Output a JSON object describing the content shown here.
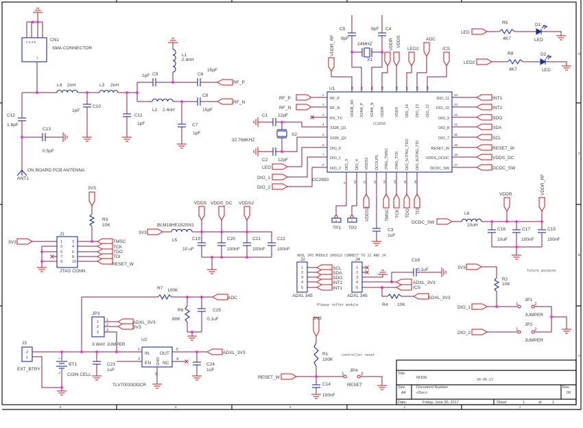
{
  "colors": {
    "wire": "#7a1f4a",
    "component": "#1c2a9c",
    "net_flag": "#c0141c",
    "junction": "#ff20e0",
    "text": "#3a3a3a"
  },
  "frame": {
    "columns": [
      "5",
      "4",
      "3",
      "2",
      "1"
    ],
    "rows": [
      "D",
      "C",
      "B",
      "A"
    ]
  },
  "rf": {
    "cn1": "CN1",
    "cn1_name": "SMA CONNECTOR",
    "cn1_pins": "2 3 4 5",
    "cn1_pin1": "1",
    "l4": "L4",
    "l4_val": "2nH",
    "l3": "L3",
    "l3_val": "2nH",
    "c10": "C10",
    "c10_val": "1pF",
    "c11": "C11",
    "c11_val": "1pF",
    "c9": "C9",
    "c9_val": "1pF",
    "l1": "L1",
    "l1_val": "2.4nH",
    "c6": "C6",
    "c6_val": "15pF",
    "rf_p": "RF_P",
    "l2": "L2",
    "l2_val": "2.4nH",
    "c8": "C8",
    "c8_val": "15pF",
    "rf_n": "RF_N",
    "c7": "C7",
    "c7_val": "1pF",
    "c12": "C12",
    "c12_val": "1.8pF",
    "c13": "C13",
    "c13_val": "0.5pF",
    "ant_name": "ON BOARD PCB ANTENNA",
    "ant1": "ANT1"
  },
  "mcu": {
    "ref": "U1",
    "part": "CC2650",
    "part_tag": "CC2650",
    "pins_left": [
      "1",
      "2",
      "3",
      "4",
      "5",
      "6",
      "7",
      "8"
    ],
    "pins_right": [
      "24",
      "23",
      "22",
      "21",
      "20",
      "19",
      "18",
      "17"
    ],
    "pins_top": [
      "32",
      "31",
      "30",
      "29",
      "28",
      "27",
      "26",
      "25"
    ],
    "pins_bottom": [
      "9",
      "10",
      "11",
      "12",
      "13",
      "14",
      "15",
      "16"
    ],
    "left": [
      "RF_P",
      "RF_N",
      "RX_TX",
      "X32K_Q1",
      "X32K_Q2",
      "DIO_0",
      "DIO_1",
      "DIO_2"
    ],
    "right": [
      "DIO_11",
      "DIO_10",
      "DIO_9",
      "DIO_8",
      "DIO_7",
      "RESET_W",
      "VDDS_DCDC",
      "DCDC_SW"
    ],
    "top": [
      "VDDR_RF",
      "X24M_P",
      "X24M_N",
      "VDDR",
      "VDDS",
      "DIO_14",
      "DIO_13",
      "DIO_12"
    ],
    "bottom": [
      "DIO_3",
      "DIO_4",
      "VDDS2",
      "DCOUPL",
      "JTAG_TMSC",
      "JTAG_TCK",
      "DIO_5/JTAG_TDO",
      "DIO_6/JTAG_TDI"
    ],
    "nets_right": [
      "INT1",
      "INT2",
      "SDO",
      "SDA",
      "SCL",
      "RESET_W",
      "VDDS_DC",
      "DCDC_SW"
    ],
    "net_rf_p": "RF_P",
    "net_rf_n": "RF_N",
    "c1": "C1",
    "c1_val": "12pF",
    "x2": "X2",
    "x2_val": "32.768KHZ",
    "c2": "C2",
    "c2_val": "12pF",
    "net_led": "LED",
    "net_dio1": "DIO_1",
    "net_dio2": "DIO_2",
    "net_vddr_rf": "VDDR_RF",
    "c5": "C5",
    "c5_val": "9pF",
    "c4": "C4",
    "c4_val": "9pF",
    "x1_val": "24MHZ",
    "x1": "X1",
    "net_vddr": "VDDR",
    "net_vdds": "VDDS",
    "net_led2": "LED2",
    "net_adc": "ADC",
    "net_cs": "/CS",
    "tp1": "TP1",
    "tp2": "TP2",
    "tp_pin": "1",
    "net_vdds2": "VDDS2",
    "net_tmsc": "TMSC",
    "net_tck": "TCK",
    "net_tdo": "TDO",
    "net_tdi": "TDI",
    "c3": "C3",
    "c3_val": "1uF"
  },
  "dcdc": {
    "net_dcdc_sw": "DCDC_SW",
    "l6": "L6",
    "l6_val": "10uH",
    "net_vddr": "VDDR",
    "net_vddr_rf": "VDDR_RF",
    "c16": "C16",
    "c16_val": "10uF",
    "c17": "C17",
    "c17_val": "100nF",
    "c15": "C15",
    "c15_val": "100nF"
  },
  "leds": {
    "net_led": "LED",
    "r5": "R5",
    "r5_val": "4K7",
    "d1": "D1",
    "d1_val": "LED",
    "net_led2": "LED2",
    "r8": "R8",
    "r8_val": "4K7",
    "d2": "D2",
    "d2_val": "LED"
  },
  "jtag": {
    "net_3v3_top": "3V3",
    "r3": "R3",
    "r3_val": "10K",
    "j1": "J1",
    "j1_name": "JTAG CONN",
    "net_3v3": "3V3",
    "pins_left": [
      "1",
      "3",
      "5",
      "7",
      "9"
    ],
    "pins_right": [
      "2",
      "4",
      "6",
      "8",
      "10"
    ],
    "nets": [
      "TMSC",
      "TCK",
      "TDO",
      "TDI",
      "RESET_W"
    ]
  },
  "power_filter": {
    "net_3v3": "3V3",
    "l5_part": "BLM18HE152SN1",
    "l5": "L5",
    "net_vdds": "VDDS",
    "net_vdds_dc": "VDDS_DC",
    "net_vdds2": "VDDS2",
    "c19": "C19",
    "c19_val": "10 uF",
    "c20": "C20",
    "c20_val": "100nF",
    "c21": "C21",
    "c21_val": "100nF",
    "c22": "C22",
    "c22_val": "100nF"
  },
  "adc": {
    "r7": "R7",
    "r7_val": "100K",
    "net_adc": "ADC",
    "r6": "R6",
    "r6_val": "80K",
    "c25": "C25",
    "c25_val": "0.1uF"
  },
  "regulator": {
    "jp3": "JP3",
    "jp3_pins": [
      "1",
      "2",
      "3"
    ],
    "net_adxl_3v3": "ADXL_3V3",
    "net_3v3": "3V3",
    "jp3_name": "3 WAY JUMPER",
    "u2": "U2",
    "j3": "J3",
    "j3_pins": [
      "2",
      "1"
    ],
    "j3_name": "EXT_BTRY",
    "bt1": "BT1",
    "bt1_name": "COIN CELL",
    "bt1_pins": [
      "1",
      "2"
    ],
    "c23": "C23",
    "c23_val": "1uF",
    "in": "IN",
    "out": "OUT",
    "en": "EN",
    "nc": "NC",
    "gnd": "GND",
    "u2_pins": [
      "1",
      "3",
      "5",
      "4",
      "2"
    ],
    "u2_part": "TLV70033DDCR",
    "c24": "C24",
    "c24_val": "1uF",
    "net_out": "ADXL_3V3"
  },
  "accel": {
    "note": "ADXL 345 MODULE SHOULD CONNECT TO J2 AND J4",
    "j2": "J2",
    "j4": "J4",
    "pins": [
      "1",
      "2",
      "3",
      "4",
      "5"
    ],
    "j2_nets": [
      "SCL",
      "SDA",
      "SDO",
      "INT2",
      "INT1"
    ],
    "j2_name": "ADXL 345",
    "j4_name": "ADXL 345",
    "net_adxl_3v3": "ADXL_3V3",
    "net_cs": "/CS",
    "c18": "C18",
    "c18_val": "0.1uF",
    "r4": "R4",
    "r4_val": "10K",
    "net_r4": "ADXL_3V3",
    "note2": "Please reffer module"
  },
  "jumpers": {
    "net_3v3": "3V3",
    "r2": "R2",
    "r2_val": "10K",
    "net_dio1": "DIO_1",
    "net_dio2": "DIO_2",
    "jp1": "JP1",
    "jp2": "JP2",
    "jumper": "JUMPER",
    "pin1": "1",
    "pin2": "2",
    "note": "future purpose"
  },
  "reset": {
    "net_3v3": "3V3",
    "r1": "R1",
    "r1_val": "100K",
    "note": "controller reset",
    "net_reset": "RESET_W",
    "jp4": "JP4",
    "jp4_name": "RESET",
    "pin1": "1",
    "pin2": "2",
    "c14": "C14",
    "c14_val": "100nF"
  },
  "title_block": {
    "title_label": "Title",
    "title": "NODE",
    "date_short": "30-06-17",
    "size_label": "Size",
    "size": "A4",
    "docnum_label": "Document Number",
    "docnum": "<Doc>",
    "rev_label": "Rev",
    "rev": "00",
    "date_label": "Date:",
    "date": "Friday, June 30, 2017",
    "sheet_label": "Sheet",
    "sheet": "1",
    "of_label": "of",
    "sheet_total": "1"
  }
}
